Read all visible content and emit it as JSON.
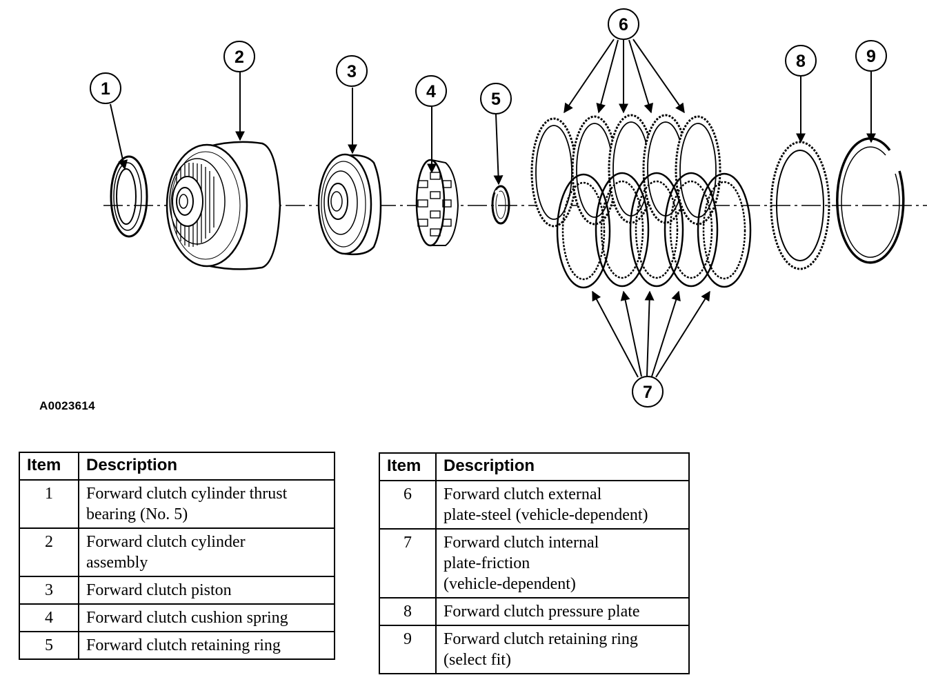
{
  "figure_id": "A0023614",
  "callouts": [
    "1",
    "2",
    "3",
    "4",
    "5",
    "6",
    "7",
    "8",
    "9"
  ],
  "legend_header": {
    "item": "Item",
    "description": "Description"
  },
  "legend_left": [
    {
      "item": "1",
      "lines": [
        "Forward clutch cylinder thrust",
        "bearing (No. 5)"
      ]
    },
    {
      "item": "2",
      "lines": [
        "Forward clutch cylinder",
        "assembly"
      ]
    },
    {
      "item": "3",
      "lines": [
        "Forward clutch piston"
      ]
    },
    {
      "item": "4",
      "lines": [
        "Forward clutch cushion spring"
      ]
    },
    {
      "item": "5",
      "lines": [
        "Forward clutch retaining ring"
      ]
    }
  ],
  "legend_right": [
    {
      "item": "6",
      "lines": [
        "Forward clutch external",
        "plate-steel (vehicle-dependent)"
      ]
    },
    {
      "item": "7",
      "lines": [
        "Forward clutch internal",
        "plate-friction",
        "(vehicle-dependent)"
      ]
    },
    {
      "item": "8",
      "lines": [
        "Forward clutch pressure plate"
      ]
    },
    {
      "item": "9",
      "lines": [
        "Forward clutch retaining ring",
        "(select fit)"
      ]
    }
  ]
}
